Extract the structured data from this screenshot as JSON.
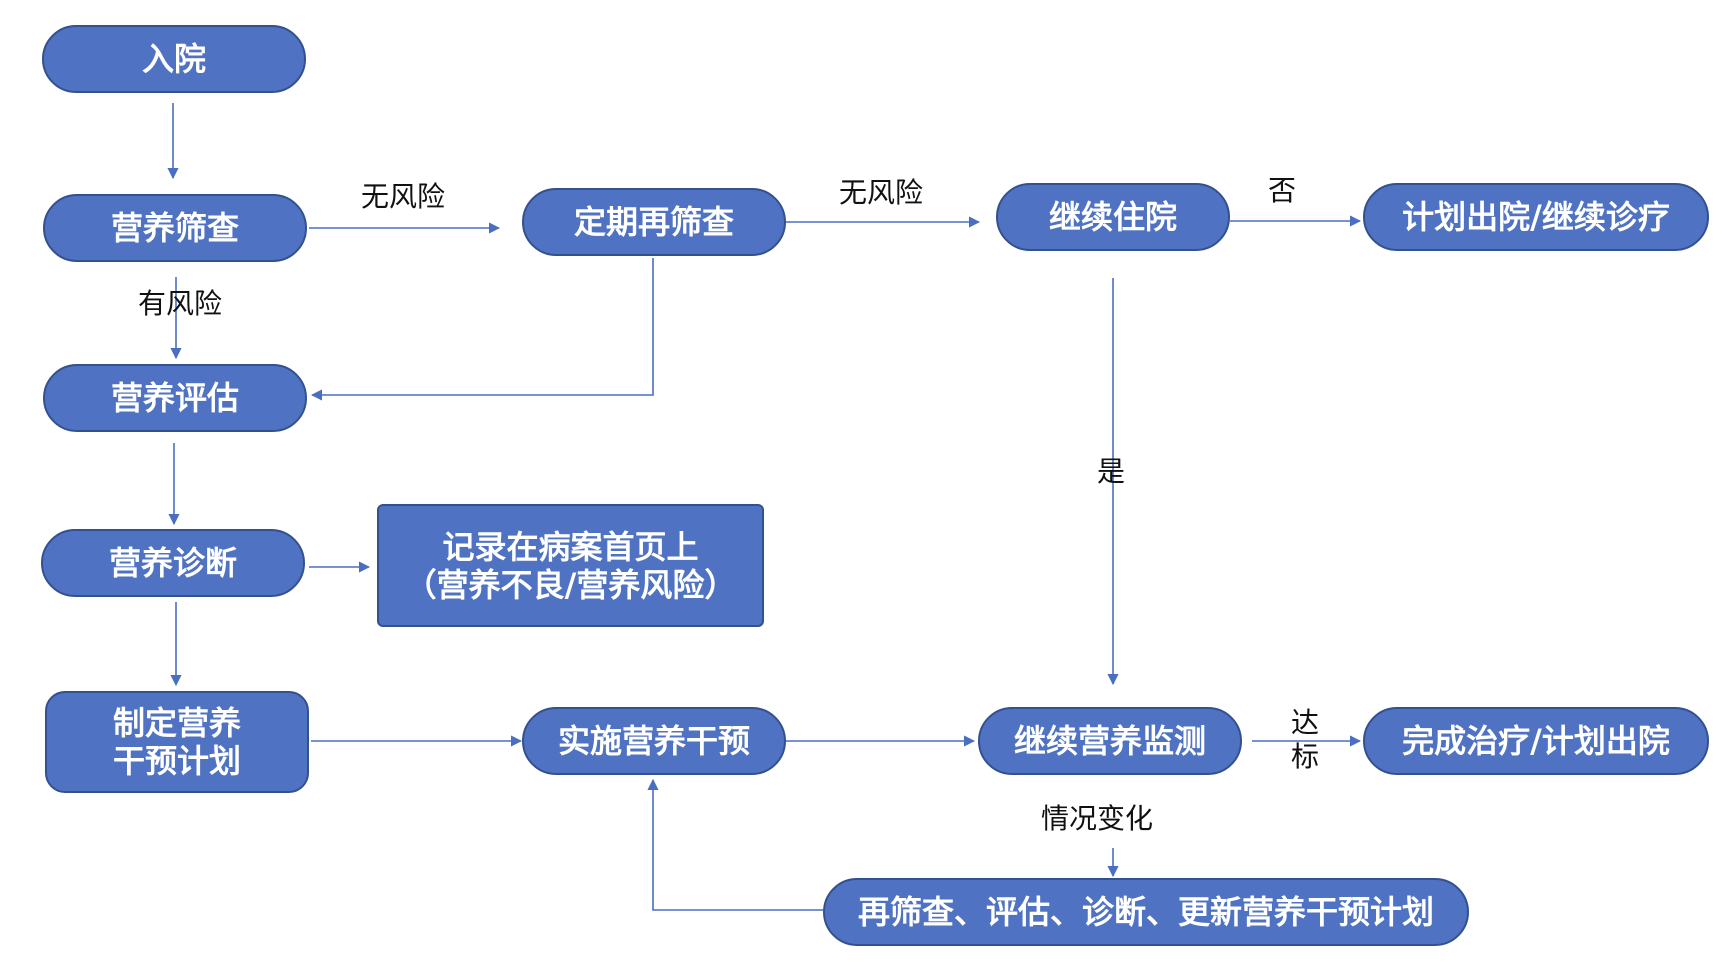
{
  "nodes": {
    "admission": "入院",
    "screening": "营养筛查",
    "rescreen": "定期再筛查",
    "continue_stay": "继续住院",
    "plan_discharge": "计划出院/继续诊疗",
    "assessment": "营养评估",
    "diagnosis": "营养诊断",
    "record_line1": "记录在病案首页上",
    "record_line2": "（营养不良/营养风险）",
    "make_plan_line1": "制定营养",
    "make_plan_line2": "干预计划",
    "implement": "实施营养干预",
    "monitor": "继续营养监测",
    "complete": "完成治疗/计划出院",
    "update": "再筛查、评估、诊断、更新营养干预计划"
  },
  "labels": {
    "no_risk_1": "无风险",
    "no_risk_2": "无风险",
    "no": "否",
    "has_risk": "有风险",
    "yes": "是",
    "reach_1": "达",
    "reach_2": "标",
    "change": "情况变化"
  },
  "colors": {
    "node_fill": "#4f73c2",
    "node_border": "#33508f",
    "arrow": "#4a6fc0",
    "label_text": "#111111"
  }
}
